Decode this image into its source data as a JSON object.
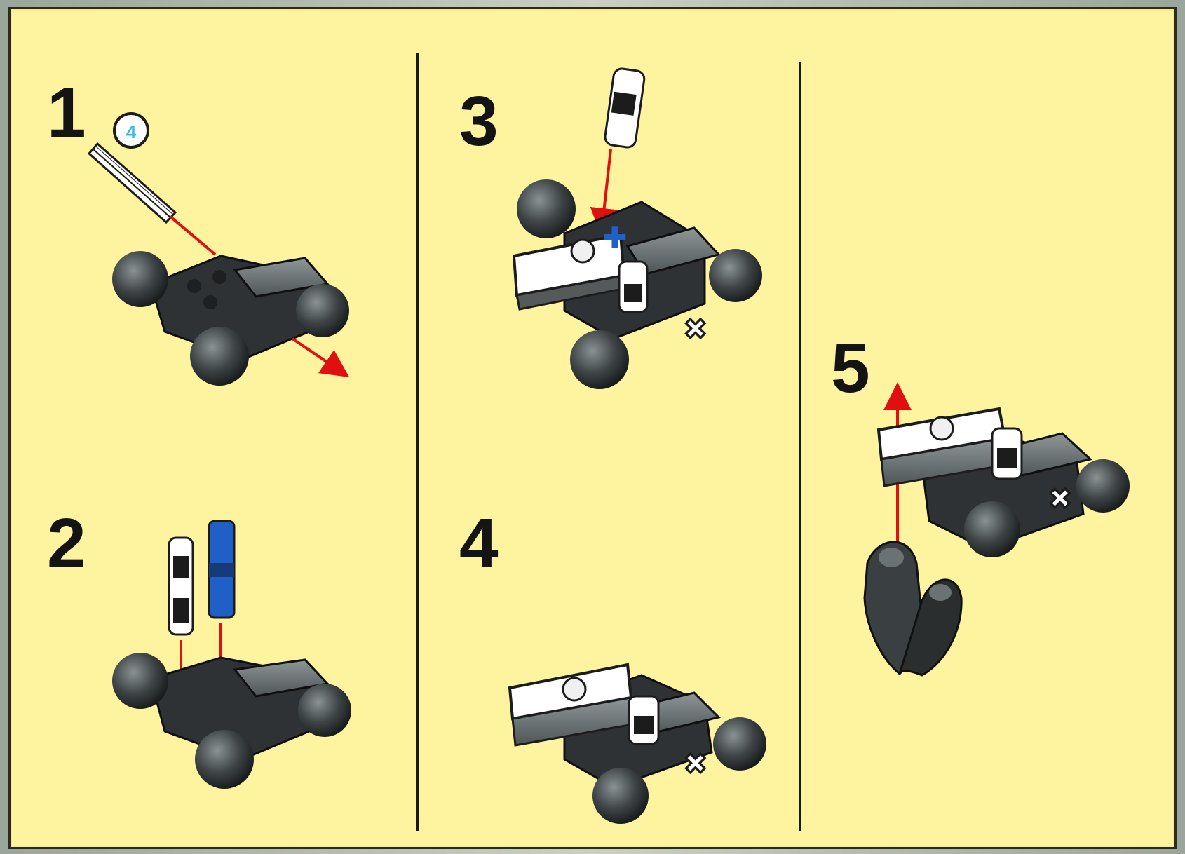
{
  "steps": [
    {
      "number": "1",
      "part_count": "4"
    },
    {
      "number": "2"
    },
    {
      "number": "3"
    },
    {
      "number": "4"
    },
    {
      "number": "5"
    }
  ],
  "colors": {
    "background": "#fef49f",
    "arrow": "#e01010",
    "part_dark": "#2f3234",
    "part_grey": "#6f7778",
    "pin_blue": "#1f5fc6",
    "count_badge": "#35b9e6"
  },
  "icons": [
    "technic-axle",
    "friction-pin",
    "axle-pin-blue",
    "wheel-ball",
    "liftarm",
    "connector-beam",
    "hand-piece"
  ]
}
